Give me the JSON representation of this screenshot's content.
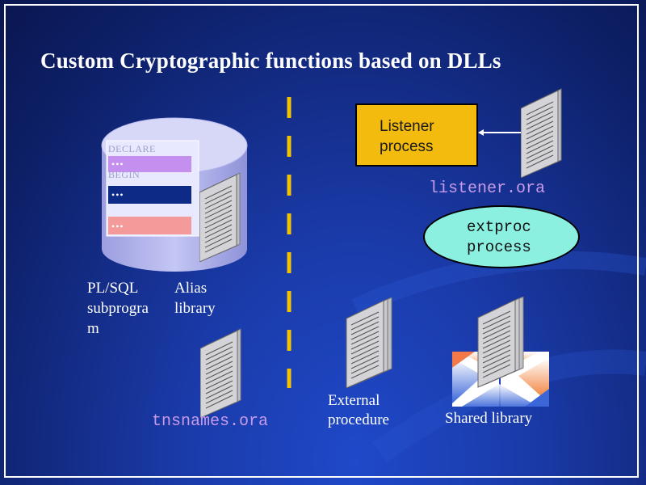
{
  "slide": {
    "title": "Custom Cryptographic functions based on DLLs"
  },
  "database": {
    "declare_label": "DECLARE",
    "begin_label": "BEGIN",
    "dots": "•••",
    "bar_colors": [
      "#c58ff0",
      "#0d2a86",
      "#f59a9a"
    ]
  },
  "labels": {
    "plsql_line1": "PL/SQL",
    "plsql_line2": "subprogra",
    "plsql_line3": "m",
    "alias_line1": "Alias",
    "alias_line2": "library",
    "tnsnames": "tnsnames.ora",
    "listener_ora": "listener.ora",
    "listener_line1": "Listener",
    "listener_line2": "process",
    "extproc_line1": "extproc",
    "extproc_line2": "process",
    "external_line1": "External",
    "external_line2": "procedure",
    "shared_library": "Shared library"
  },
  "colors": {
    "listener_fill": "#f3bb0e",
    "extproc_fill": "#8cf0e0",
    "divider": "#f2c200",
    "config_text": "#c79be8"
  },
  "icons": [
    "database-icon",
    "document-icon",
    "document-stack-icon",
    "shared-library-icon"
  ]
}
